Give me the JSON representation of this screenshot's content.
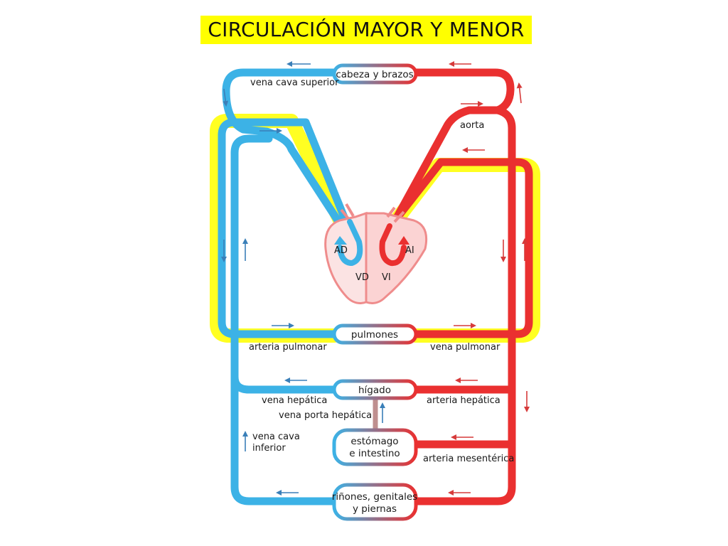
{
  "title": "CIRCULACIÓN MAYOR Y MENOR",
  "colors": {
    "venous": "#3cb2e6",
    "arterial": "#ea3030",
    "highlight": "#ffff22",
    "heart": "#f39a9a",
    "title_bg": "#ffff00"
  },
  "organs": {
    "head": "cabeza y brazos",
    "lungs": "pulmones",
    "liver": "hígado",
    "stomach": [
      "estómago",
      "e intestino"
    ],
    "kidneys": [
      "riñones, genitales",
      "y piernas"
    ]
  },
  "vessels": {
    "superior_vena_cava": "vena cava superior",
    "aorta": "aorta",
    "pulmonary_artery": "arteria pulmonar",
    "pulmonary_vein": "vena pulmonar",
    "hepatic_vein": "vena hepática",
    "hepatic_artery": "arteria hepática",
    "portal_vein": "vena porta hepática",
    "inferior_vena_cava": [
      "vena cava",
      "inferior"
    ],
    "mesenteric_artery": "arteria mesentérica"
  },
  "heart": {
    "right_atrium": "AD",
    "left_atrium": "AI",
    "right_ventricle": "VD",
    "left_ventricle": "VI"
  }
}
